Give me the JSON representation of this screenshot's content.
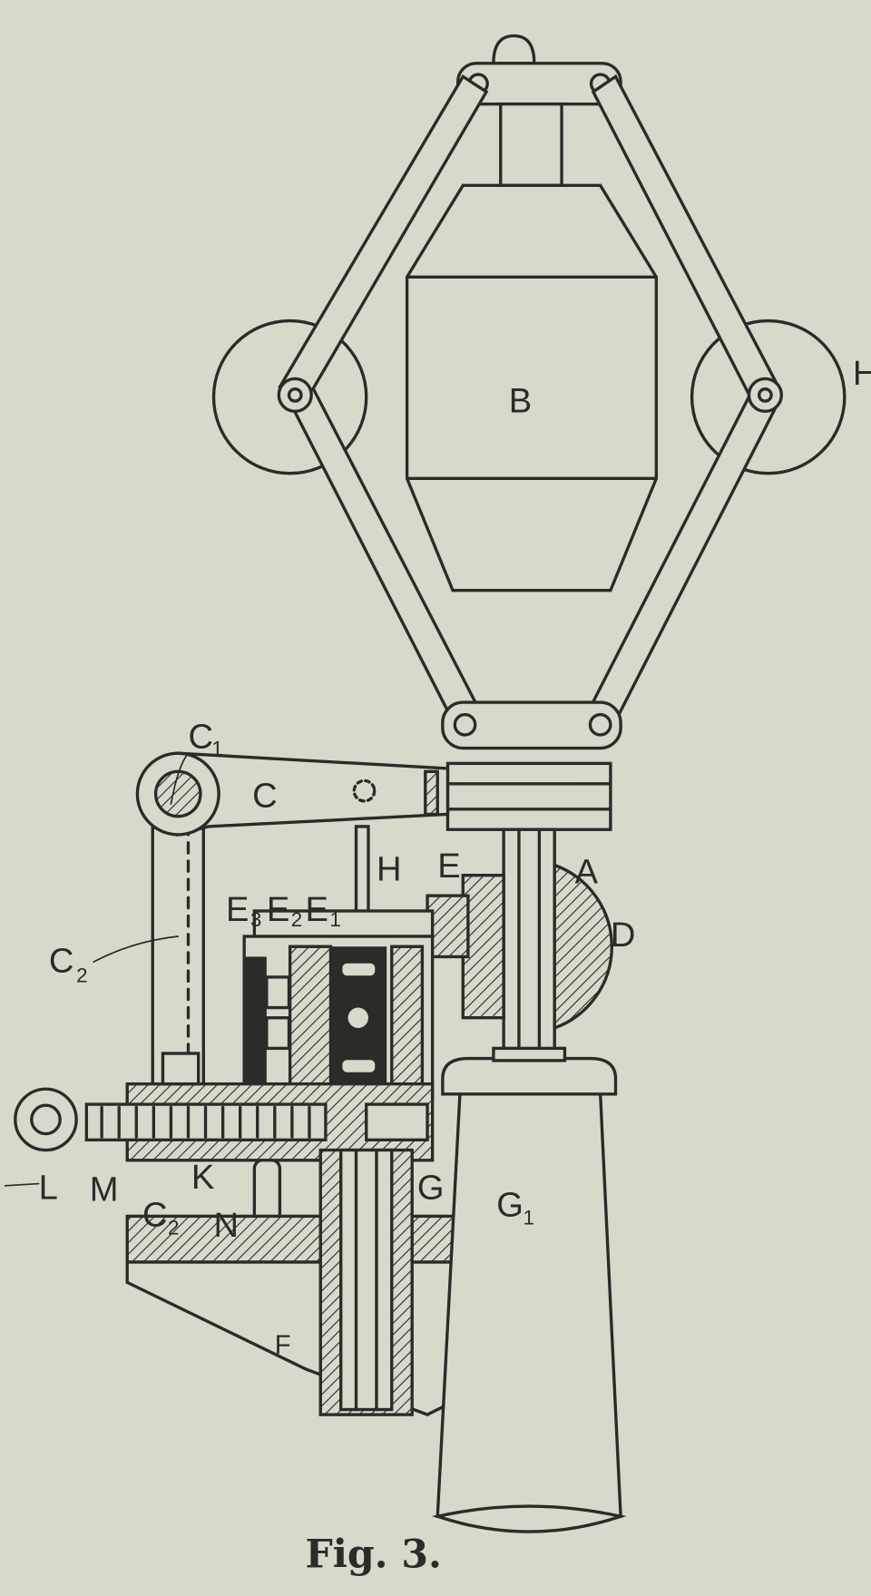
{
  "figure": {
    "caption": "Fig. 3.",
    "labels": {
      "B": "B",
      "H_ball": "H",
      "C1": "C",
      "C1_sub": "1",
      "C": "C",
      "H": "H",
      "E": "E",
      "A": "A",
      "E3": "E",
      "E3_sub": "3",
      "E2": "E",
      "E2_sub": "2",
      "E1": "E",
      "E1_sub": "1",
      "D": "D",
      "C2": "C",
      "C2_sub": "2",
      "L": "L",
      "M": "M",
      "K": "K",
      "C2_lower": "C",
      "C2_lower_sub": "2",
      "N": "N",
      "G": "G",
      "G1": "G",
      "G1_sub": "1",
      "F": "F"
    }
  },
  "colors": {
    "paper": "#d8d9cb",
    "ink": "#2b2b28"
  }
}
